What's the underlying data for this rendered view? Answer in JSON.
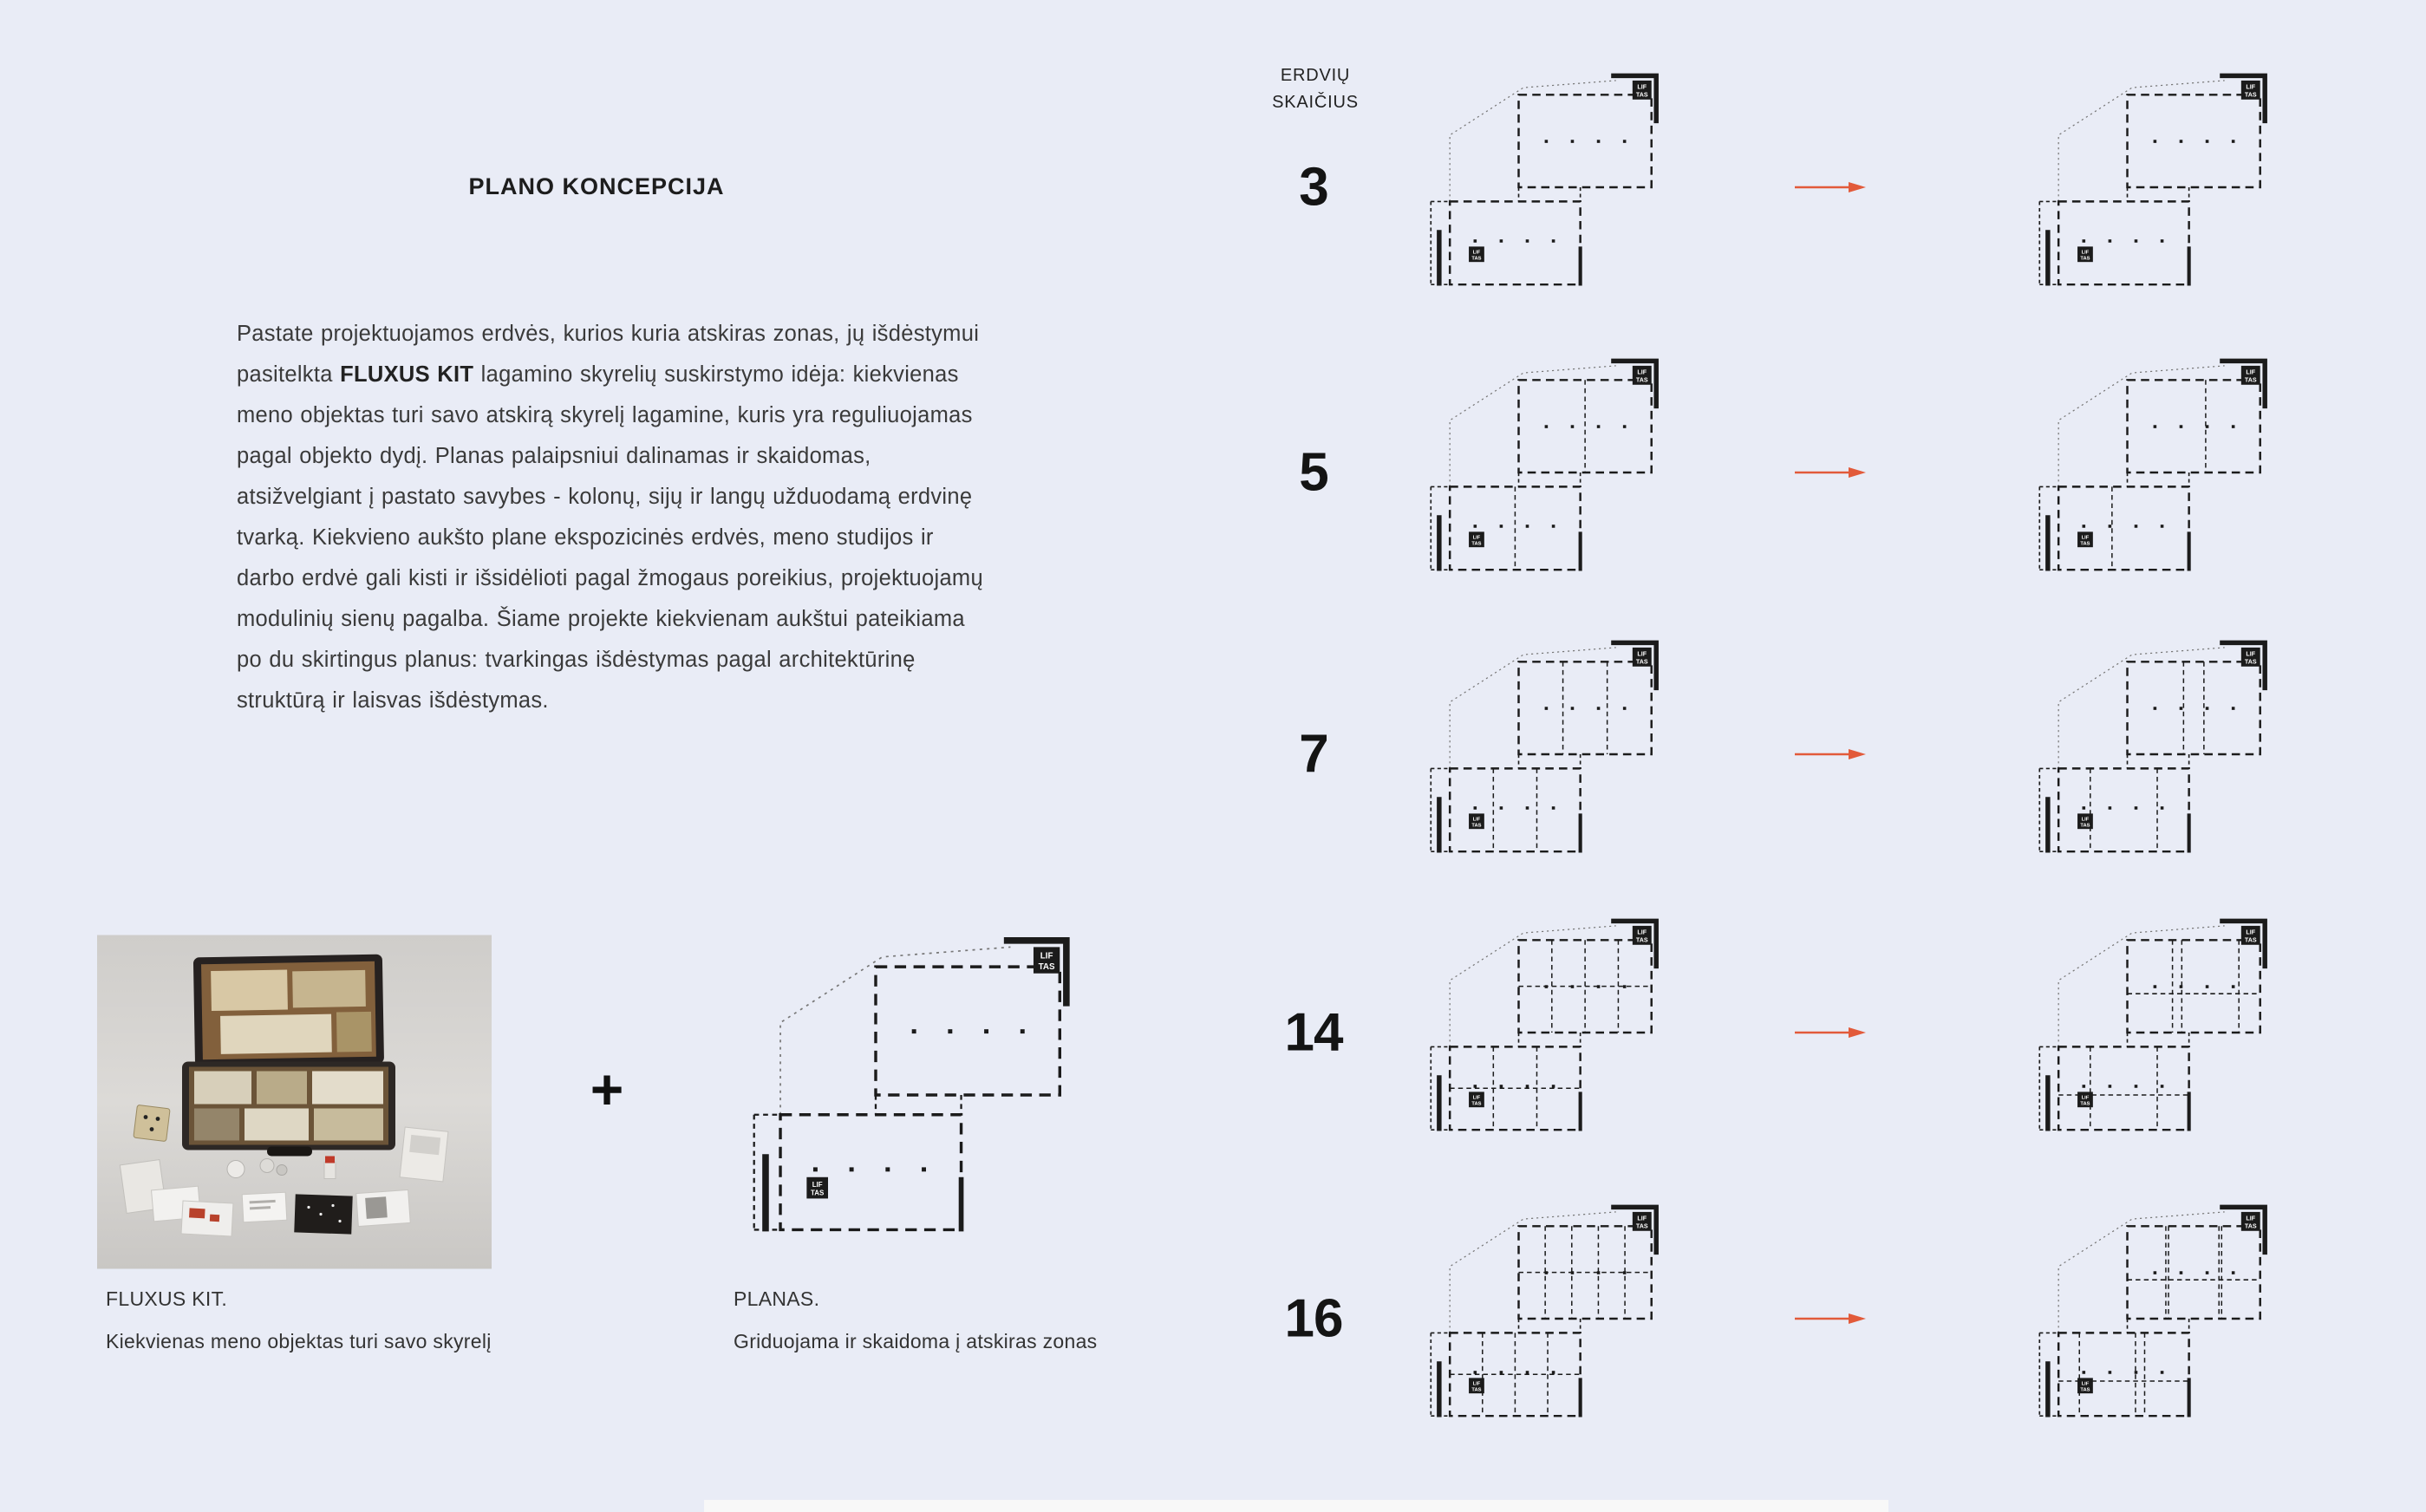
{
  "page": {
    "background": "#e9ecf6",
    "bottom_strip_color": "#f8f8f8"
  },
  "concept": {
    "title": "PLANO KONCEPCIJA",
    "paragraph": {
      "before_bold": "Pastate projektuojamos erdvės, kurios kuria atskiras zonas, jų išdėstymui pasitelkta ",
      "bold": "FLUXUS KIT",
      "after_bold": " lagamino skyrelių suskirstymo idėja: kiekvienas meno objektas turi savo atskirą skyrelį lagamine, kuris yra reguliuojamas pagal objekto dydį. Planas palaipsniui dalinamas ir skaidomas, atsižvelgiant į pastato savybes - kolonų, sijų ir langų užduodamą erdvinę tvarką. Kiekvieno aukšto plane ekspozicinės erdvės, meno studijos ir darbo erdvė gali kisti ir išsidėlioti pagal žmogaus poreikius, projektuojamų modulinių sienų pagalba. Šiame projekte kiekvienam aukštui  pateikiama po du skirtingus planus: tvarkingas išdėstymas pagal architektūrinę struktūrą ir laisvas išdėstymas."
    }
  },
  "kit": {
    "caption_title": "FLUXUS KIT.",
    "caption_subtitle": "Kiekvienas meno objektas turi savo skyrelį"
  },
  "plus_sign": "+",
  "plan": {
    "caption_title": "PLANAS.",
    "caption_subtitle": "Griduojama ir skaidoma į atskiras zonas",
    "lift_label_line1": "LIF",
    "lift_label_line2": "TAS"
  },
  "diagram_column": {
    "header_line1": "ERDVIŲ",
    "header_line2": "SKAIČIUS",
    "arrow_color": "#E25A3A",
    "rows": [
      {
        "space_count": "3"
      },
      {
        "space_count": "5"
      },
      {
        "space_count": "7"
      },
      {
        "space_count": "14"
      },
      {
        "space_count": "16"
      }
    ]
  }
}
